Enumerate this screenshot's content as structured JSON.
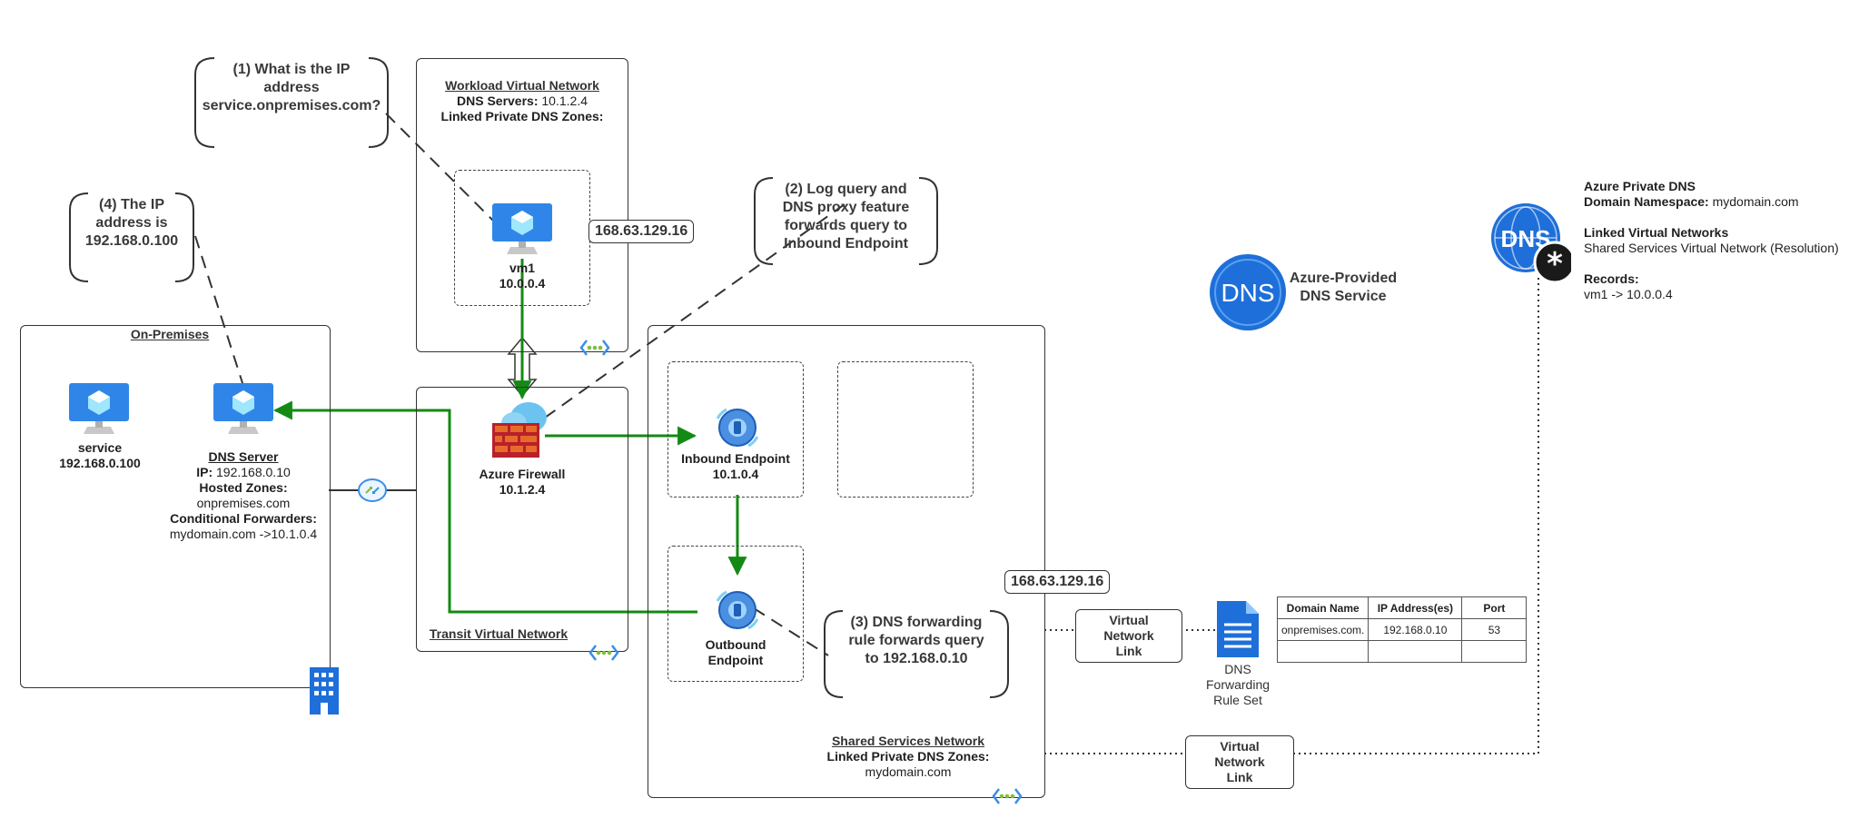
{
  "onprem": {
    "title": "On-Premises",
    "service": {
      "name": "service",
      "ip": "192.168.0.100"
    },
    "dns_server": {
      "title": "DNS Server",
      "ip_label": "IP:",
      "ip": "192.168.0.10",
      "hosted_label": "Hosted Zones:",
      "hosted": "onpremises.com",
      "cond_label": "Conditional Forwarders:",
      "cond": "mydomain.com ->10.1.0.4"
    }
  },
  "workload": {
    "title": "Workload Virtual Network",
    "dns_servers_label": "DNS Servers:",
    "dns_servers": "10.1.2.4",
    "linked_label": "Linked Private DNS Zones:",
    "vm": {
      "name": "vm1",
      "ip": "10.0.0.4"
    }
  },
  "transit": {
    "title": "Transit Virtual Network",
    "firewall": {
      "name": "Azure Firewall",
      "ip": "10.1.2.4"
    }
  },
  "shared": {
    "title": "Shared Services Network",
    "linked_label": "Linked Private DNS Zones:",
    "linked_zone": "mydomain.com",
    "inbound": {
      "name": "Inbound Endpoint",
      "ip": "10.1.0.4"
    },
    "outbound": {
      "line1": "Outbound",
      "line2": "Endpoint"
    }
  },
  "ip_labels": {
    "top": "168.63.129.16",
    "middle": "168.63.129.16"
  },
  "bubbles": {
    "q1": [
      "(1) What is the IP",
      "address",
      "service.onpremises.com?"
    ],
    "q2": [
      "(2) Log query and",
      "DNS proxy feature",
      "forwards query to",
      "Inbound Endpoint"
    ],
    "q3": [
      "(3) DNS forwarding",
      "rule forwards query",
      "to 192.168.0.10"
    ],
    "q4": [
      "(4) The IP",
      "address is",
      "192.168.0.100"
    ]
  },
  "azure_dns": {
    "icon_text": "DNS",
    "line1": "Azure-Provided",
    "line2": "DNS Service"
  },
  "private_dns": {
    "icon_text": "DNS",
    "title": "Azure Private DNS",
    "ns_label": "Domain Namespace:",
    "ns": "mydomain.com",
    "linked_label": "Linked Virtual Networks",
    "linked": "Shared Services Virtual Network (Resolution)",
    "records_label": "Records:",
    "record": "vm1 -> 10.0.0.4"
  },
  "vlinks": {
    "a": [
      "Virtual Network",
      "Link"
    ],
    "b": [
      "Virtual Network",
      "Link"
    ]
  },
  "ruleset": {
    "line1": "DNS",
    "line2": "Forwarding",
    "line3": "Rule Set"
  },
  "rules_table": {
    "headers": [
      "Domain Name",
      "IP Address(es)",
      "Port"
    ],
    "rows": [
      [
        "onpremises.com.",
        "192.168.0.10",
        "53"
      ],
      [
        "",
        "",
        ""
      ]
    ]
  },
  "colors": {
    "arrow": "#138a13",
    "azure_blue": "#1e6fd9",
    "frame": "#333333"
  }
}
